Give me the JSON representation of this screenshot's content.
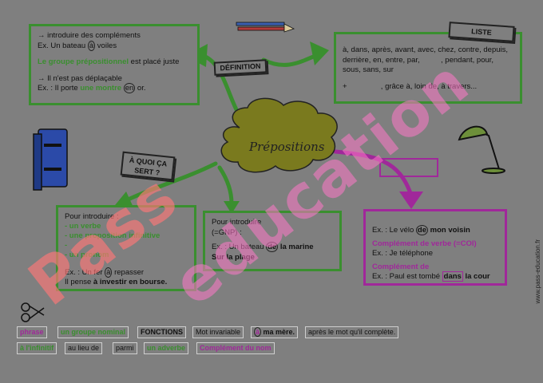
{
  "center": {
    "title": "Prépositions"
  },
  "labels": {
    "definition": "DÉFINITION",
    "liste": "LISTE",
    "quoi": "À QUOI ÇA SERT ?"
  },
  "definition_box": {
    "l1": "→ introduire des compléments",
    "l2a": "Ex. Un bateau ",
    "l2b": "à",
    "l2c": " voiles",
    "l3a": "Le groupe prépositionnel",
    "l3b": " est placé juste",
    "l4": "→ Il n'est pas déplaçable",
    "l5a": "Ex. : Il porte ",
    "l5b": "une montre ",
    "l5c": "en",
    "l5d": " or."
  },
  "liste_box": {
    "l1": "à, dans, après, avant, avec, chez, contre, depuis,",
    "l2": "derrière, en, entre, par,          , pendant, pour,",
    "l3": "sous, sans, sur",
    "l4a": "+",
    "l4b": ", grâce à, loin de, à travers..."
  },
  "left_box": {
    "intro": "Pour introduire :",
    "i1": "- un verbe",
    "i2": "- une proposition infinitive",
    "i3": "-",
    "i4": "- un pronom",
    "e1a": "Ex. : Un fer ",
    "e1b": "à",
    "e1c": " repasser",
    "e2a": "Il pense ",
    "e2b": "à investir en bourse."
  },
  "mid_box": {
    "l1": "Pour introduire",
    "l2": "(=GNP) :",
    "l3a": "Ex. : Un bateau ",
    "l3b": "de",
    "l3c": " la marine",
    "l4": "Sur la plage"
  },
  "right_box": {
    "l1a": "Ex. : Le vélo ",
    "l1b": "de",
    "l1c": " mon voisin",
    "l2": "Complément de verbe (=COI)",
    "l3": "Ex. : Je téléphone",
    "l4": "Complément de",
    "l5a": "Ex. : Paul est tombé ",
    "l5b": "dans",
    "l5c": " la cour"
  },
  "chips": {
    "c1": "phrase",
    "c2": "un groupe nominal",
    "c3": "FONCTIONS",
    "c4": "Mot invariable",
    "c5a": "à",
    "c5b": " ma mère.",
    "c6": "après le mot qu'il complète.",
    "c7": "à l'infinitif",
    "c8": "au lieu de",
    "c9": "parmi",
    "c10": "un adverbe",
    "c11": "Complément du nom"
  },
  "watermark": {
    "part1": "Pass",
    "part2": "education"
  },
  "site": "www.pass-education.fr",
  "colors": {
    "green": "#3a8f2f",
    "purple": "#a0289a",
    "background": "#7f7f7f",
    "cloud": "#7a7a1e"
  }
}
